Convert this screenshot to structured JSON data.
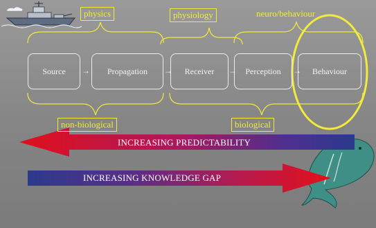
{
  "headers": {
    "physics": "physics",
    "physiology": "physiology",
    "neuro": "neuro/behaviour"
  },
  "stages": [
    "Source",
    "Propagation",
    "Receiver",
    "Perception",
    "Behaviour"
  ],
  "groups": {
    "non_biological": "non-biological",
    "biological": "biological"
  },
  "banners": {
    "predictability": "INCREASING  PREDICTABILITY",
    "knowledge_gap": "INCREASING KNOWLEDGE GAP"
  },
  "colors": {
    "accent_yellow": "#f2ea3c",
    "banner_red": "#d81e2a",
    "banner_blue": "#2b3a8c",
    "banner_purple": "#7a2f8a"
  },
  "icons": {
    "ship": "warship-icon",
    "whale": "whale-icon"
  }
}
